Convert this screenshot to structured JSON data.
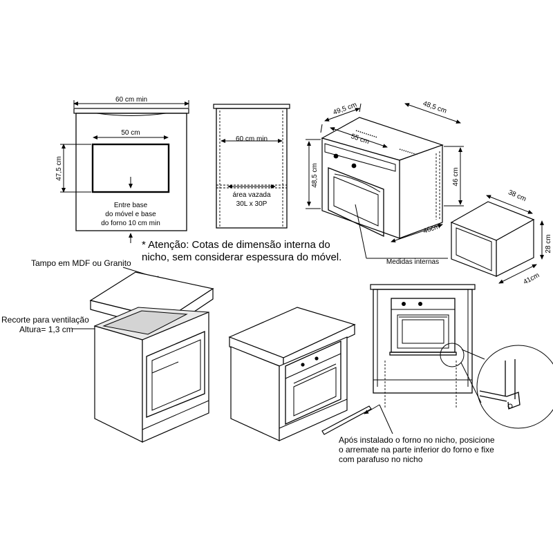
{
  "dimensions": {
    "front_width": "60 cm min",
    "cutout_width": "50 cm",
    "cutout_height": "47,5 cm",
    "base_note": [
      "Entre base",
      "do móvel e base",
      "do forno 10 cm min"
    ],
    "side_depth": "60 cm min",
    "vent_area": [
      "área vazada",
      "30L x 30P"
    ],
    "oven_depth": "49,5 cm",
    "oven_total_depth": "48,5 cm",
    "oven_width": "55 cm",
    "oven_height": "48,5 cm",
    "oven_body_height": "46 cm",
    "oven_body_width": "46cm",
    "cavity_depth": "38 cm",
    "cavity_height": "28 cm",
    "cavity_width": "41cm",
    "internal_label": "Medidas internas"
  },
  "attention_note": [
    "* Atenção: Cotas de dimensão interna do",
    "nicho, sem considerar espessura do móvel."
  ],
  "labels": {
    "countertop": "Tampo em MDF ou Granito",
    "vent_cutout": "Recorte para ventilação",
    "vent_height": "Altura= 1,3 cm"
  },
  "install_note": [
    "Após instalado o forno no nicho, posicione",
    "o arremate na parte inferior do forno e fixe",
    "com parafuso no nicho"
  ]
}
